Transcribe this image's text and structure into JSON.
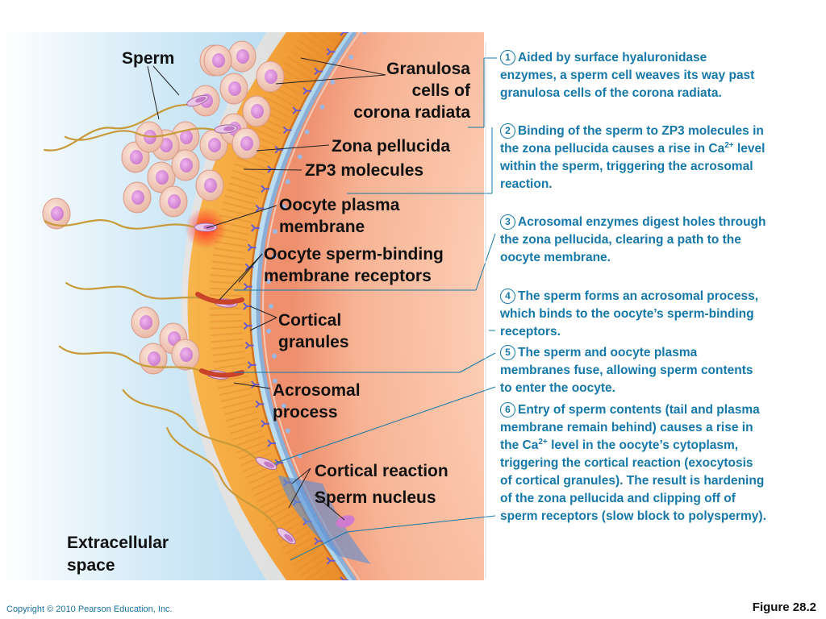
{
  "labels": {
    "sperm": "Sperm",
    "granulosa_line1": "Granulosa",
    "granulosa_line2": "cells of",
    "granulosa_line3": "corona radiata",
    "zona_pellucida": "Zona pellucida",
    "zp3": "ZP3 molecules",
    "oocyte_pm_line1": "Oocyte plasma",
    "oocyte_pm_line2": "membrane",
    "receptors_line1": "Oocyte sperm-binding",
    "receptors_line2": "membrane receptors",
    "cortical_granules_line1": "Cortical",
    "cortical_granules_line2": "granules",
    "acrosomal_line1": "Acrosomal",
    "acrosomal_line2": "process",
    "cortical_reaction": "Cortical reaction",
    "sperm_nucleus": "Sperm nucleus",
    "extracellular_line1": "Extracellular",
    "extracellular_line2": "space"
  },
  "steps": [
    {
      "num": "1",
      "text": "Aided by surface hyaluronidase enzymes, a sperm cell weaves its way past granulosa cells of the corona radiata."
    },
    {
      "num": "2",
      "pre": "Binding of the sperm to ZP3 molecules in the zona pellucida causes a rise in Ca",
      "sup": "2+",
      "post": " level within the sperm, triggering the acrosomal reaction."
    },
    {
      "num": "3",
      "text": "Acrosomal enzymes digest holes through the zona pellucida, clearing a path to the oocyte membrane."
    },
    {
      "num": "4",
      "text": "The sperm forms an acrosomal process, which binds to the oocyte’s sperm-binding receptors."
    },
    {
      "num": "5",
      "text": "The sperm and oocyte plasma membranes fuse, allowing sperm contents to enter the oocyte."
    },
    {
      "num": "6",
      "pre": "Entry of sperm contents (tail and plasma membrane remain behind) causes a rise in the Ca",
      "sup": "2+",
      "post": " level in the oocyte’s cytoplasm, triggering the cortical reaction (exocytosis of cortical granules). The result is hardening of the zona pellucida and clipping off of sperm receptors (slow block to polyspermy)."
    }
  ],
  "footer": {
    "copyright": "Copyright © 2010 Pearson Education, Inc.",
    "figure": "Figure 28.2"
  },
  "colors": {
    "step_text": "#1578a8",
    "zona": "#f2a640",
    "oocyte": "#f5a88a",
    "extracellular": "#a9d6ee",
    "granulosa": "#f4d2c4",
    "nucleus": "#d48ad4"
  }
}
